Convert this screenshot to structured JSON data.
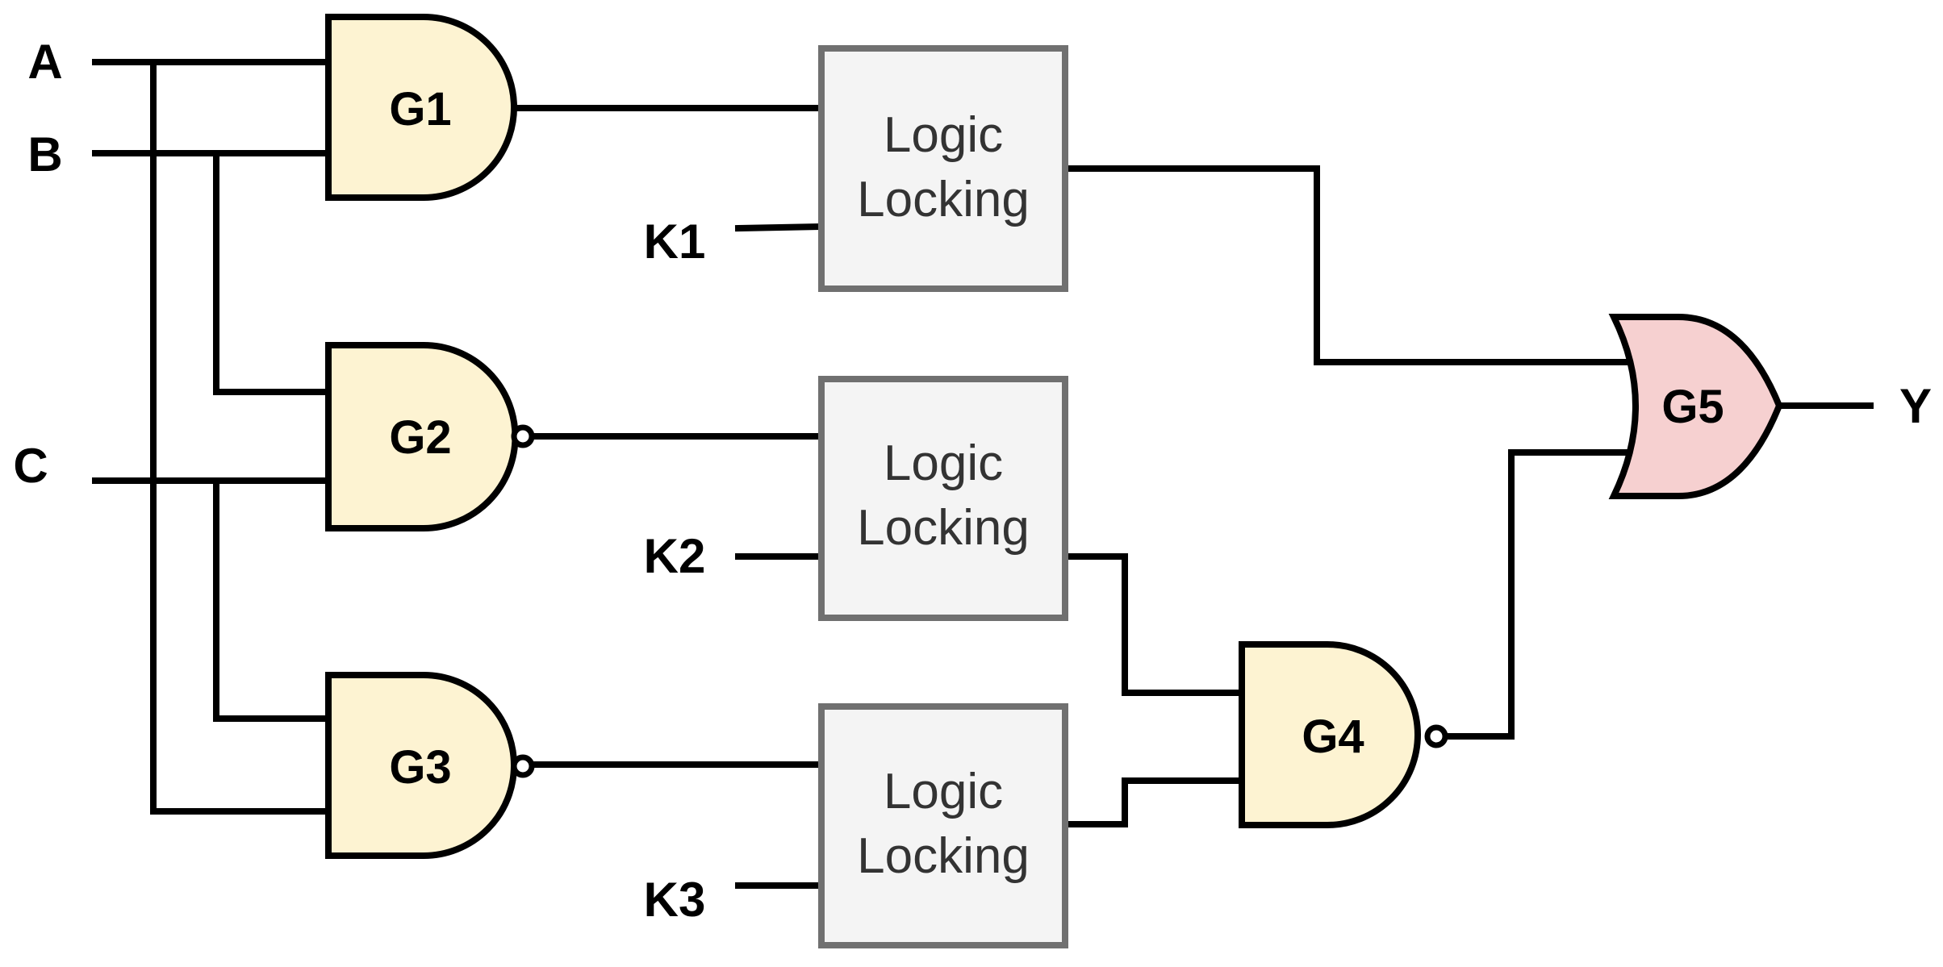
{
  "inputs": {
    "a": "A",
    "b": "B",
    "c": "C"
  },
  "keys": {
    "k1": "K1",
    "k2": "K2",
    "k3": "K3"
  },
  "output": "Y",
  "gates": {
    "g1": "G1",
    "g2": "G2",
    "g3": "G3",
    "g4": "G4",
    "g5": "G5"
  },
  "locks": [
    {
      "line1": "Logic",
      "line2": "Locking"
    },
    {
      "line1": "Logic",
      "line2": "Locking"
    },
    {
      "line1": "Logic",
      "line2": "Locking"
    }
  ],
  "colors": {
    "and_gate_fill": "#fdf3d2",
    "or_gate_fill": "#f6d0d0",
    "lock_fill": "#f4f4f4",
    "lock_border": "#707070",
    "wire": "#000000"
  }
}
